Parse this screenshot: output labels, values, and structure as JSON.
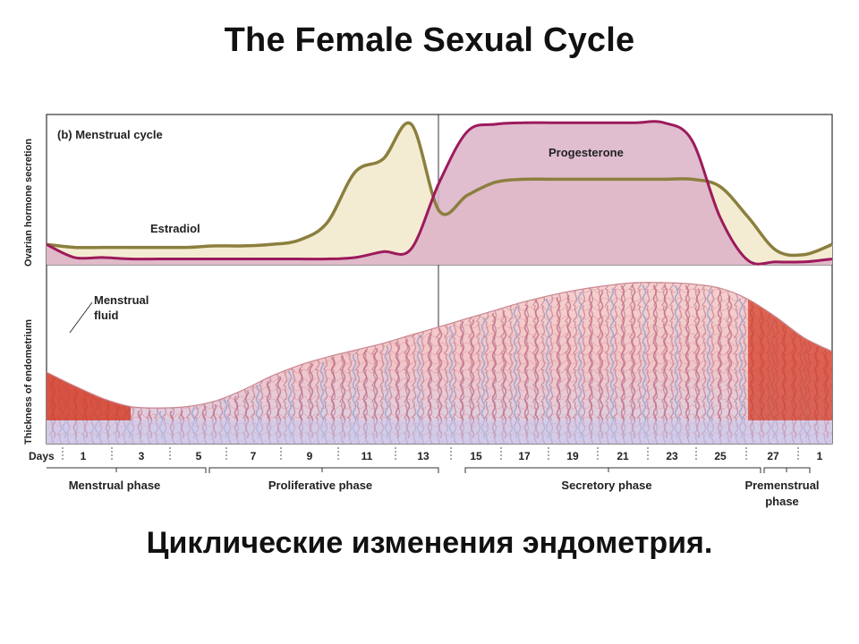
{
  "title": "The Female Sexual Cycle",
  "subtitle": "Циклические изменения эндометрия.",
  "panel_label": "(b) Menstrual cycle",
  "y_axis_top": "Ovarian hormone secretion",
  "y_axis_bottom": "Thickness of endometrium",
  "labels": {
    "estradiol": "Estradiol",
    "progesterone": "Progesterone",
    "menstrual_fluid_line1": "Menstrual",
    "menstrual_fluid_line2": "fluid"
  },
  "days_label": "Days",
  "days": [
    "1",
    "3",
    "5",
    "7",
    "9",
    "11",
    "13",
    "15",
    "17",
    "19",
    "21",
    "23",
    "25",
    "27",
    "1"
  ],
  "phases": {
    "menstrual": "Menstrual phase",
    "proliferative": "Proliferative phase",
    "secretory": "Secretory phase",
    "premenstrual_line1": "Premenstrual",
    "premenstrual_line2": "phase"
  },
  "colors": {
    "estradiol_line": "#8b7f3e",
    "estradiol_fill": "#f4ecd2",
    "progesterone_line": "#9c1a5c",
    "progesterone_fill": "#dcb1c8",
    "endometrium": "#e9a3a3",
    "menstrual_blood": "#d4402a",
    "vessel_blue": "#8aa0d4"
  },
  "chart_data": {
    "type": "line",
    "x": [
      1,
      2,
      3,
      4,
      5,
      6,
      7,
      8,
      9,
      10,
      11,
      12,
      13,
      14,
      15,
      16,
      17,
      18,
      19,
      20,
      21,
      22,
      23,
      24,
      25,
      26,
      27,
      28,
      29
    ],
    "series": [
      {
        "name": "Estradiol",
        "values": [
          0.14,
          0.12,
          0.12,
          0.12,
          0.12,
          0.12,
          0.13,
          0.13,
          0.14,
          0.17,
          0.29,
          0.64,
          0.73,
          0.97,
          0.37,
          0.48,
          0.57,
          0.59,
          0.59,
          0.59,
          0.59,
          0.59,
          0.59,
          0.59,
          0.54,
          0.33,
          0.1,
          0.07,
          0.14
        ]
      },
      {
        "name": "Progesterone",
        "values": [
          0.14,
          0.05,
          0.05,
          0.04,
          0.04,
          0.04,
          0.04,
          0.04,
          0.04,
          0.04,
          0.04,
          0.05,
          0.09,
          0.11,
          0.57,
          0.92,
          0.97,
          0.98,
          0.98,
          0.98,
          0.98,
          0.98,
          0.98,
          0.86,
          0.33,
          0.03,
          0.02,
          0.02,
          0.04
        ]
      },
      {
        "name": "Thickness of endometrium",
        "values": [
          0.35,
          0.25,
          0.16,
          0.1,
          0.09,
          0.1,
          0.14,
          0.22,
          0.32,
          0.4,
          0.46,
          0.51,
          0.56,
          0.62,
          0.68,
          0.74,
          0.8,
          0.86,
          0.91,
          0.95,
          0.98,
          1.0,
          1.0,
          0.99,
          0.96,
          0.88,
          0.75,
          0.6,
          0.5
        ]
      }
    ]
  }
}
